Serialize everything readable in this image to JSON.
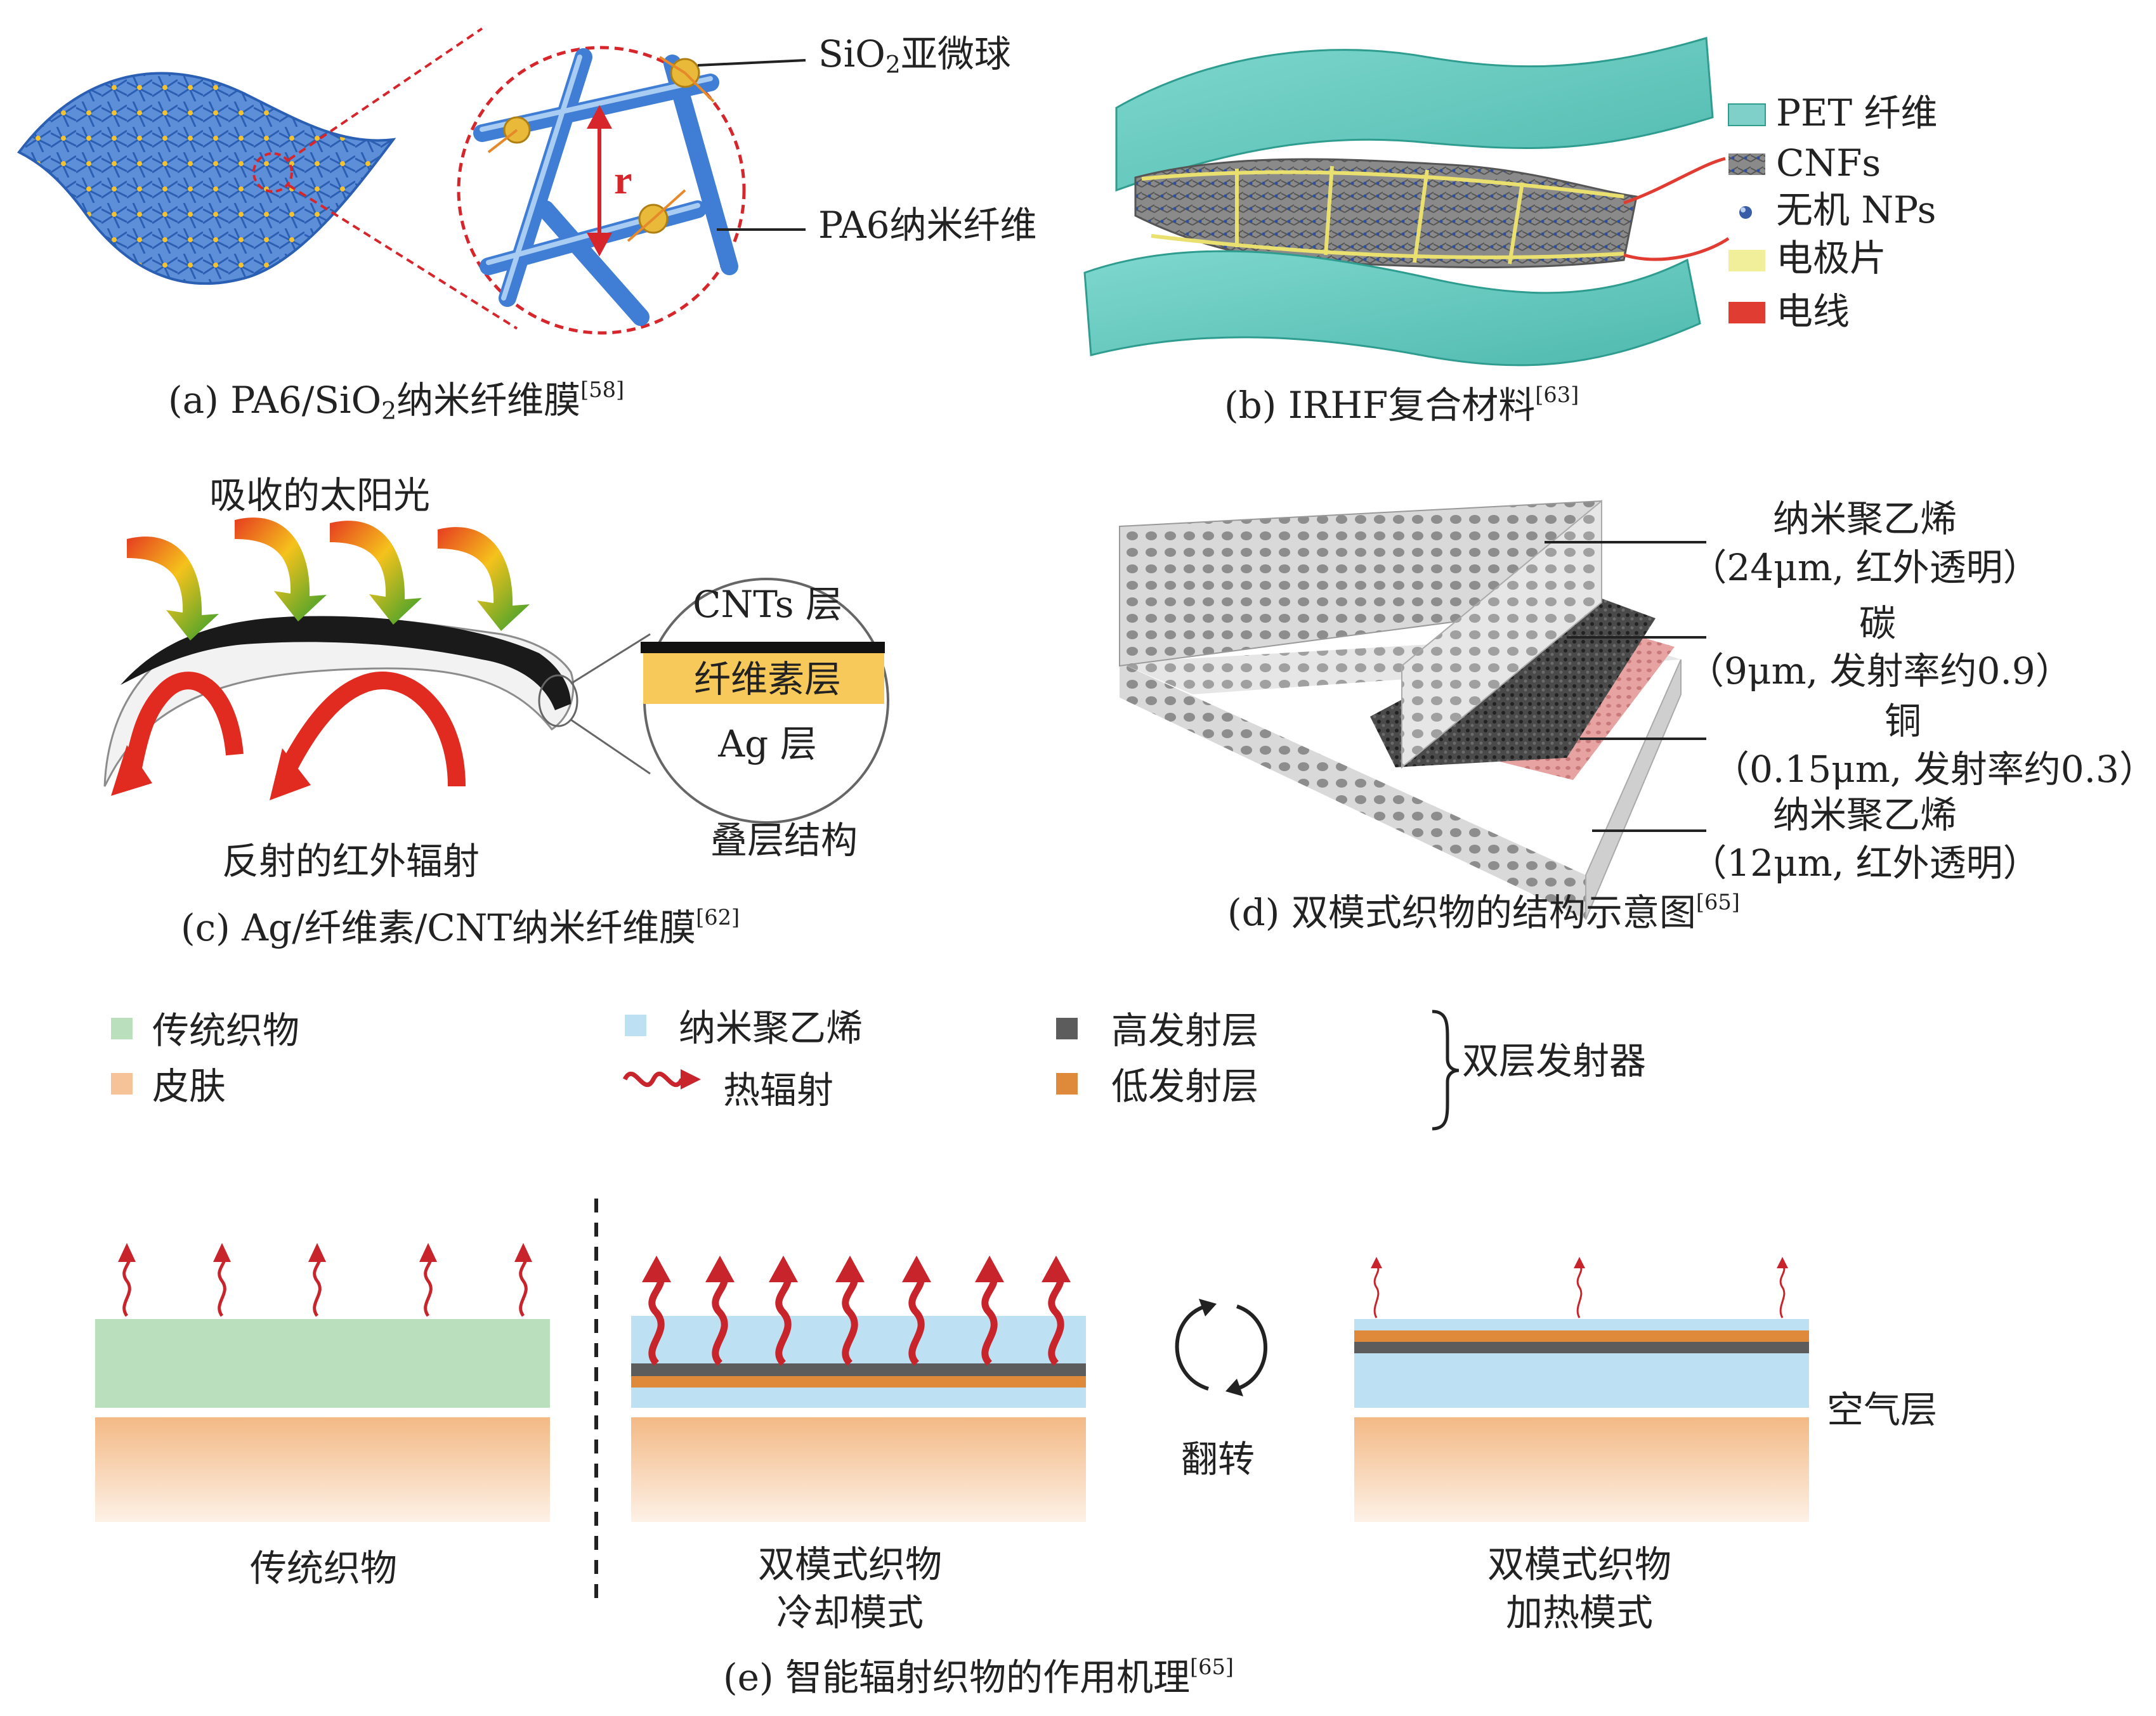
{
  "panel_a": {
    "callout_sio2_prefix": "SiO",
    "callout_sio2_sub": "2",
    "callout_sio2_suffix": "亚微球",
    "callout_pa6": "PA6纳米纤维",
    "r_label": "r",
    "caption_prefix": "(a) PA6/SiO",
    "caption_sub": "2",
    "caption_suffix": "纳米纤维膜",
    "caption_ref": "[58]"
  },
  "panel_b": {
    "legend": [
      {
        "label": "PET 纤维",
        "color": "#7fd0c8"
      },
      {
        "label": "CNFs",
        "color": "#6b6b6b"
      },
      {
        "label": "无机 NPs",
        "color": "#3a5da8"
      },
      {
        "label": "电极片",
        "color": "#f2ef9a"
      },
      {
        "label": "电线",
        "color": "#e03c31"
      }
    ],
    "caption": "(b) IRHF复合材料",
    "caption_ref": "[63]"
  },
  "panel_c": {
    "top_label": "吸收的太阳光",
    "bottom_label": "反射的红外辐射",
    "layer_cnt": "CNTs 层",
    "layer_cellulose": "纤维素层",
    "layer_ag": "Ag 层",
    "stack_label": "叠层结构",
    "caption": "(c) Ag/纤维素/CNT纳米纤维膜",
    "caption_ref": "[62]"
  },
  "panel_d": {
    "labels": [
      {
        "name": "纳米聚乙烯",
        "detail": "（24μm, 红外透明）"
      },
      {
        "name": "碳",
        "detail": "（9μm, 发射率约0.9）"
      },
      {
        "name": "铜",
        "detail": "（0.15μm, 发射率约0.3）"
      },
      {
        "name": "纳米聚乙烯",
        "detail": "（12μm, 红外透明）"
      }
    ],
    "caption": "(d) 双模式织物的结构示意图",
    "caption_ref": "[65]"
  },
  "panel_e": {
    "legend": {
      "traditional": "传统织物",
      "skin": "皮肤",
      "nanope": "纳米聚乙烯",
      "thermal": "热辐射",
      "high": "高发射层",
      "low": "低发射层",
      "bilayer": "双层发射器"
    },
    "colors": {
      "traditional": "#b9dfbd",
      "skin": "#f5c397",
      "nanope": "#bde1f2",
      "high": "#5c5c5c",
      "low": "#df8a3a",
      "arrow": "#c8242b"
    },
    "traditional_label": "传统织物",
    "cooling_label_1": "双模式织物",
    "cooling_label_2": "冷却模式",
    "flip_label": "翻转",
    "air_label": "空气层",
    "heating_label_1": "双模式织物",
    "heating_label_2": "加热模式",
    "caption": "(e) 智能辐射织物的作用机理",
    "caption_ref": "[65]"
  }
}
